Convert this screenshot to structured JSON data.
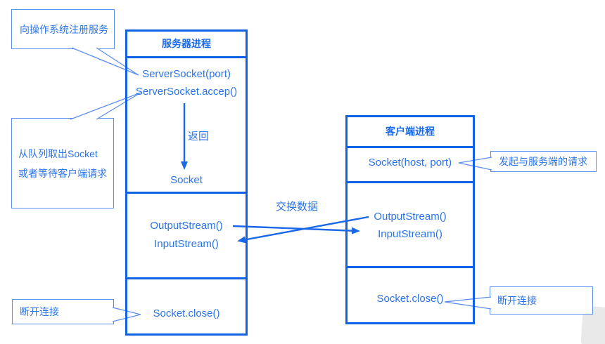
{
  "colors": {
    "box_border": "#0f62e3",
    "text_blue": "#2b74e8",
    "callout_border": "#5d8fee",
    "arrow_blue": "#1a67e8",
    "watermark_gray": "#e9e9e9"
  },
  "server": {
    "title": "服务器进程",
    "socket_ctor": "ServerSocket(port)",
    "accept": "ServerSocket.accep()",
    "return_label": "返回",
    "socket": "Socket",
    "output_stream": "OutputStream()",
    "input_stream": "InputStream()",
    "close": "Socket.close()"
  },
  "client": {
    "title": "客户端进程",
    "socket_ctor": "Socket(host, port)",
    "output_stream": "OutputStream()",
    "input_stream": "InputStream()",
    "close": "Socket.close()"
  },
  "callouts": {
    "register": "向操作系统注册服务",
    "queue_line1": "从队列取出Socket",
    "queue_line2": "或者等待客户端请求",
    "disconnect_left": "断开连接",
    "request": "发起与服务端的请求",
    "disconnect_right": "断开连接"
  },
  "labels": {
    "exchange": "交换数据"
  }
}
